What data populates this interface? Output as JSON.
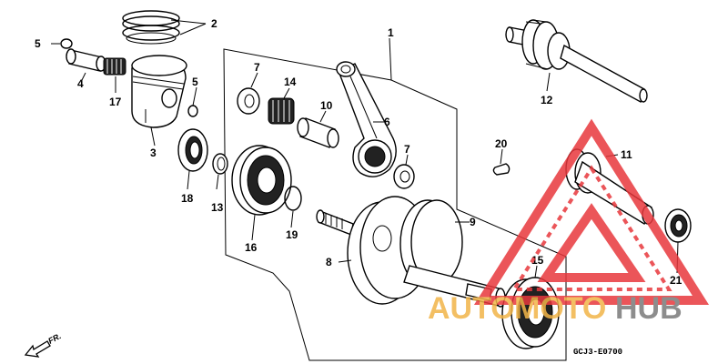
{
  "callouts": [
    "1",
    "2",
    "3",
    "4",
    "5",
    "5",
    "6",
    "7",
    "7",
    "8",
    "9",
    "10",
    "11",
    "12",
    "13",
    "14",
    "15",
    "16",
    "17",
    "18",
    "19",
    "20",
    "21"
  ],
  "direction_label": "FR.",
  "diagram_code": "GCJ3-E0700",
  "watermark": {
    "text_auto": "AUTO",
    "text_moto": "MOTO",
    "text_hub": "HUB",
    "color_triangle": "#e8383d",
    "color_auto": "#f2b548",
    "color_hub": "#7a7a7a"
  }
}
